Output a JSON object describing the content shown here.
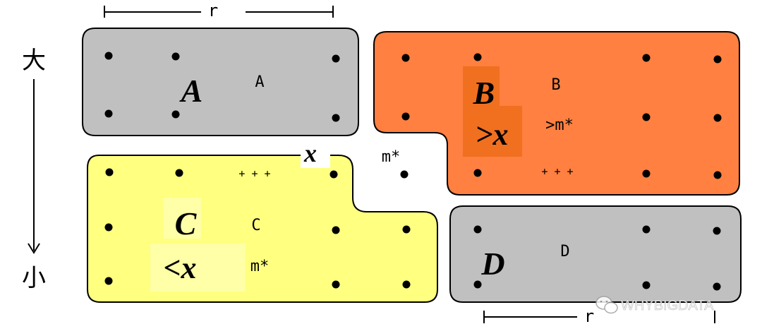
{
  "colors": {
    "gray": "#c0c0c0",
    "orange": "#ff8040",
    "orange_dark": "#f07020",
    "yellow": "#ffff80",
    "yellow_light": "#ffffa8",
    "outline": "#000000"
  },
  "scale": {
    "top_label": "大",
    "bottom_label": "小"
  },
  "width_marks": {
    "top": "r",
    "bottom": "r"
  },
  "threshold": {
    "x_label": "x",
    "mstar_label": "m*"
  },
  "regions": {
    "A": {
      "big_label": "A",
      "small_label": "A"
    },
    "B": {
      "big_label": "B",
      "small_label": "B",
      "sub_label": ">m*",
      "big_sub": ">x"
    },
    "C": {
      "big_label": "C",
      "small_label": "C",
      "sub_label": "m*",
      "big_sub": "<x"
    },
    "D": {
      "big_label": "D",
      "small_label": "D"
    }
  },
  "ellipsis": {
    "top": "+ + +",
    "right": "+ + +"
  },
  "watermark": {
    "icon": "wechat-icon",
    "text": "WHYBIGDATA"
  }
}
